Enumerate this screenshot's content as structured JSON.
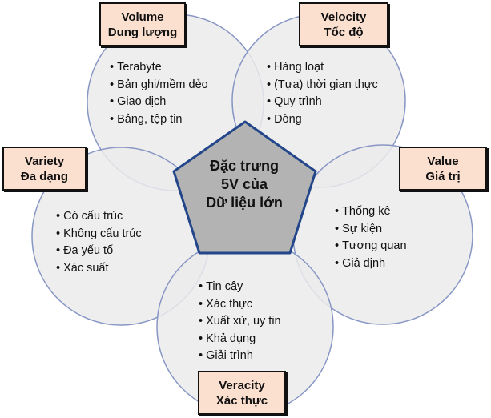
{
  "center": {
    "lines": [
      "Đặc trưng",
      "5V của",
      "Dữ liệu lớn"
    ]
  },
  "colors": {
    "circle_fill": "#ebebeb",
    "circle_stroke": "#8796c4",
    "pentagon_fill": "#b3b3b3",
    "pentagon_stroke": "#23468a",
    "label_fill": "#fbe0d0"
  },
  "volume": {
    "title_en": "Volume",
    "title_vi": "Dung lượng",
    "items": [
      "Terabyte",
      "Bản ghi/mềm dẻo",
      "Giao dịch",
      "Bảng, tệp tin"
    ]
  },
  "velocity": {
    "title_en": "Velocity",
    "title_vi": "Tốc độ",
    "items": [
      "Hàng loạt",
      "(Tựa) thời gian thực",
      "Quy trình",
      "Dòng"
    ]
  },
  "variety": {
    "title_en": "Variety",
    "title_vi": "Đa dạng",
    "items": [
      "Có cấu trúc",
      "Không cấu trúc",
      "Đa yếu tố",
      "Xác suất"
    ]
  },
  "value": {
    "title_en": "Value",
    "title_vi": "Giá trị",
    "items": [
      "Thống kê",
      "Sự kiện",
      "Tương quan",
      "Giả định"
    ]
  },
  "veracity": {
    "title_en": "Veracity",
    "title_vi": "Xác thực",
    "items": [
      "Tin cậy",
      "Xác thực",
      "Xuất xứ, uy tin",
      "Khả dụng",
      "Giải trình"
    ]
  }
}
